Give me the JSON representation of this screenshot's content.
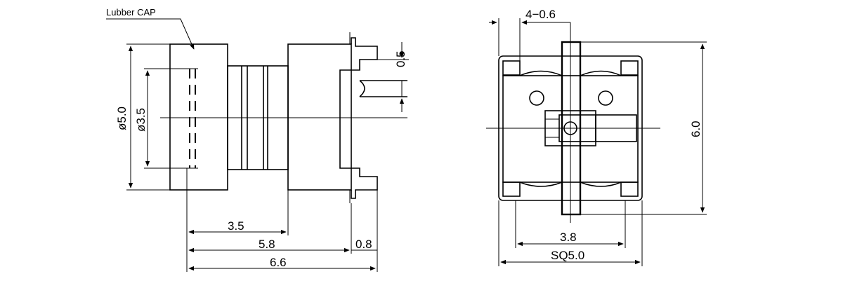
{
  "callout": {
    "lubber_cap": "Lubber CAP"
  },
  "side_view": {
    "dia_outer": "ø5.0",
    "dia_inner": "ø3.5",
    "len_3_5": "3.5",
    "len_5_8": "5.8",
    "len_0_8": "0.8",
    "len_6_6": "6.6",
    "pin_0_5": "0.5"
  },
  "front_view": {
    "hole": "4−0.6",
    "height": "6.0",
    "width_3_8": "3.8",
    "square": "SQ5.0"
  }
}
